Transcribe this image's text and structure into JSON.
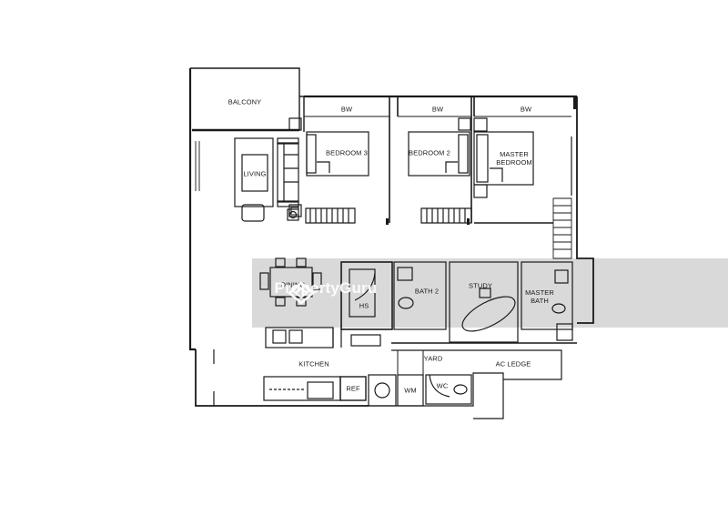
{
  "rooms": {
    "balcony": "BALCONY",
    "living": "LIVING",
    "bedroom3": "BEDROOM 3",
    "bedroom2": "BEDROOM 2",
    "master_bedroom": "MASTER\nBEDROOM",
    "dining": "DINING",
    "hs": "HS",
    "bath2": "BATH 2",
    "study": "STUDY",
    "master_bath": "MASTER\nBATH",
    "kitchen": "KITCHEN",
    "yard": "YARD",
    "ac_ledge": "AC LEDGE",
    "ref": "REF",
    "wm": "WM",
    "wc": "WC"
  },
  "wardrobes": [
    "BW",
    "BW",
    "BW"
  ],
  "watermark": {
    "brand": "PropertyGuru"
  },
  "colors": {
    "wall": "#1a1a1a",
    "band": "#d9d9d9",
    "background": "#ffffff"
  }
}
